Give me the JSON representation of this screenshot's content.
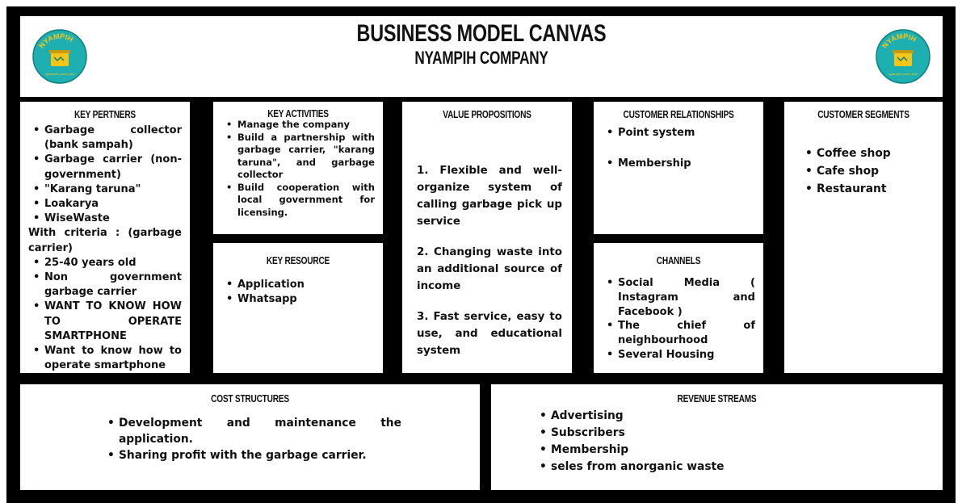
{
  "header": {
    "title": "BUSINESS MODEL CANVAS",
    "subtitle": "NYAMPIH COMPANY",
    "logo": {
      "icon": "nyampih-logo-icon",
      "text": "NYAMPIH",
      "tagline": "ngampah ponte pleb",
      "color": "#1eb0b0",
      "accent": "#f5c518"
    }
  },
  "key_partners": {
    "title": "KEY PERTNERS",
    "items": [
      "Garbage collector (bank sampah)",
      "Garbage carrier (non-government)",
      "\"Karang taruna\"",
      "Loakarya",
      "WiseWaste"
    ],
    "criteria_label": "With criteria : (garbage carrier)",
    "criteria_items": [
      "25-40 years old",
      "Non government garbage carrier",
      "WANT TO KNOW HOW TO OPERATE SMARTPHONE",
      "Want to know how to operate smartphone"
    ]
  },
  "key_activities": {
    "title": "KEY ACTIVITIES",
    "items": [
      "Manage the company",
      "Build a partnership with garbage carrier, \"karang taruna\", and garbage collector",
      "Build cooperation with local government for licensing."
    ]
  },
  "key_resource": {
    "title": "KEY RESOURCE",
    "items": [
      "Application",
      "Whatsapp"
    ]
  },
  "value_propositions": {
    "title": "VALUE PROPOSITIONS",
    "items": [
      "1. Flexible and well-organize system of calling garbage pick up service",
      "2. Changing waste into an additional source of income",
      "3. Fast service, easy to use, and educational system"
    ]
  },
  "customer_relationships": {
    "title": "CUSTOMER RELATIONSHIPS",
    "items": [
      "Point system",
      "Membership"
    ]
  },
  "channels": {
    "title": "CHANNELS",
    "items": [
      "Social Media ( Instagram and Facebook )",
      "The chief of neighbourhood",
      "Several Housing"
    ]
  },
  "customer_segments": {
    "title": "CUSTOMER SEGMENTS",
    "items": [
      "Coffee shop",
      "Cafe shop",
      "Restaurant"
    ]
  },
  "cost_structures": {
    "title": "COST STRUCTURES",
    "items": [
      "Development and maintenance the application.",
      "Sharing profit with the garbage carrier."
    ]
  },
  "revenue_streams": {
    "title": "REVENUE STREAMS",
    "items": [
      "Advertising",
      "Subscribers",
      "Membership",
      "seles from anorganic waste"
    ]
  }
}
